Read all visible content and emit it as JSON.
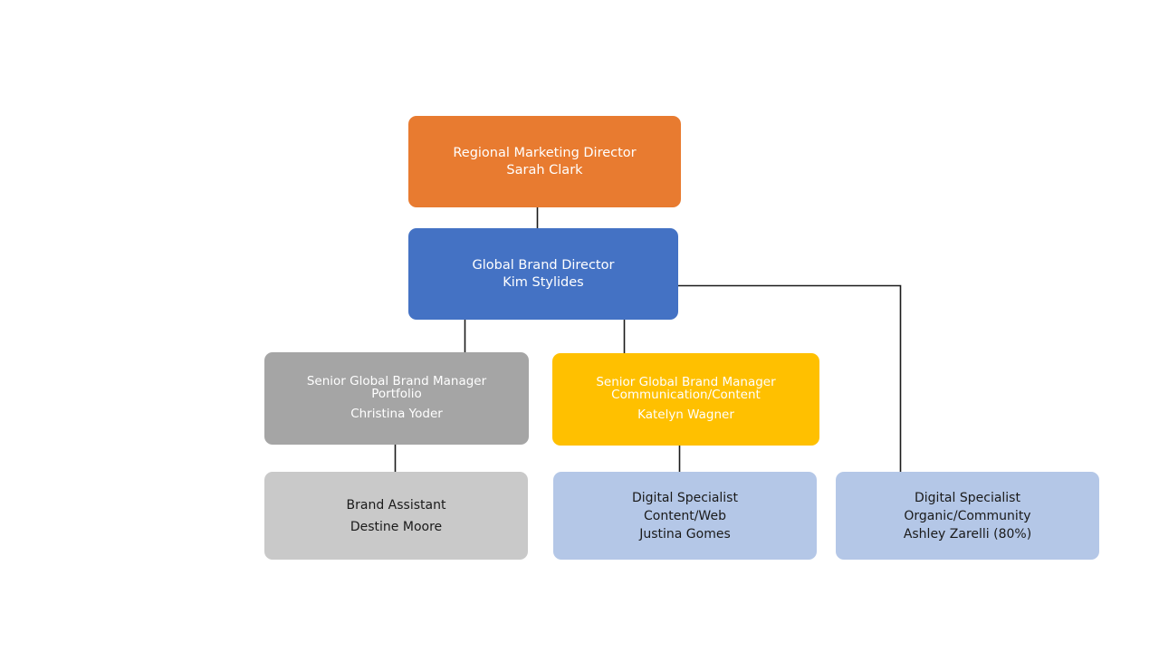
{
  "chart": {
    "type": "org-chart",
    "background_color": "#FFFFFF",
    "connector_color": "#1A1A1A"
  },
  "nodes": {
    "regional_marketing_director": {
      "title": "Regional Marketing Director",
      "name": "Sarah Clark",
      "color": "#E87B30",
      "text_color": "#FFFFFF"
    },
    "global_brand_director": {
      "title": "Global Brand Director",
      "name": "Kim Stylides",
      "color": "#4472C4",
      "text_color": "#FFFFFF"
    },
    "sgbm_portfolio": {
      "title": "Senior Global Brand Manager",
      "subtitle": "Portfolio",
      "name": "Christina Yoder",
      "color": "#A5A5A5",
      "text_color": "#FFFFFF"
    },
    "sgbm_communication": {
      "title": "Senior Global Brand Manager",
      "subtitle": "Communication/Content",
      "name": "Katelyn Wagner",
      "color": "#FFC000",
      "text_color": "#FFFFFF"
    },
    "brand_assistant": {
      "title": "Brand Assistant",
      "name": "Destine Moore",
      "color": "#C9C9C9",
      "text_color": "#1A1A1A"
    },
    "digital_specialist_content": {
      "title": "Digital Specialist",
      "subtitle": "Content/Web",
      "name": "Justina Gomes",
      "color": "#B4C7E7",
      "text_color": "#1A1A1A"
    },
    "digital_specialist_organic": {
      "title": "Digital Specialist",
      "subtitle": "Organic/Community",
      "name": "Ashley Zarelli  (80%)",
      "color": "#B4C7E7",
      "text_color": "#1A1A1A"
    }
  }
}
